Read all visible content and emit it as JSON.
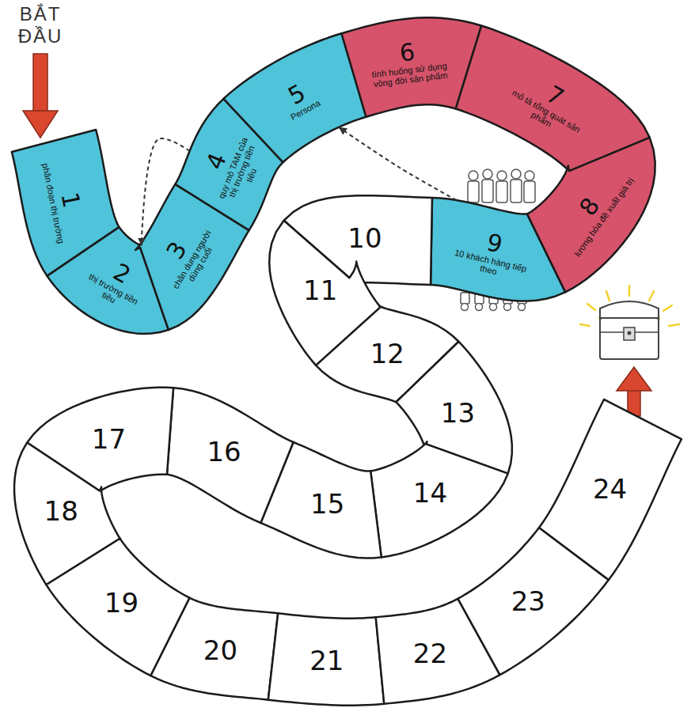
{
  "diagram": {
    "nodes": [
      {
        "text": [
          "1",
          "phân đoạn thị trường"
        ]
      },
      {
        "text": [
          "2",
          "thị trường tiền tiêu"
        ]
      },
      {
        "text": [
          "3",
          "chân dung người dùng cuối"
        ]
      },
      {
        "text": [
          "4",
          "quy mô TAM của thị trường tiền tiêu"
        ]
      },
      {
        "text": [
          "5",
          "Persona"
        ]
      },
      {
        "text": [
          "6",
          "tình huống sử dụng vòng đời sản phẩm"
        ]
      },
      {
        "text": [
          "7",
          "mô tả tổng quát sản phẩm"
        ]
      },
      {
        "text": [
          "8",
          "lượng hóa đề xuất giá trị"
        ]
      },
      {
        "text": [
          "9",
          "10 khách hàng tiếp theo"
        ]
      },
      {
        "text": [
          "10"
        ]
      },
      {
        "text": [
          "11"
        ]
      },
      {
        "text": [
          "12"
        ]
      },
      {
        "text": [
          "13"
        ]
      },
      {
        "text": [
          "14"
        ]
      },
      {
        "text": [
          "15"
        ]
      },
      {
        "text": [
          "16"
        ]
      },
      {
        "text": [
          "17"
        ]
      },
      {
        "text": [
          "18"
        ]
      },
      {
        "text": [
          "19"
        ]
      },
      {
        "text": [
          "20"
        ]
      },
      {
        "text": [
          "21"
        ]
      },
      {
        "text": [
          "22"
        ]
      },
      {
        "text": [
          "23"
        ]
      },
      {
        "text": [
          "24"
        ]
      }
    ],
    "edges": [
      {
        "from": 3,
        "to": 1,
        "arrow": "to"
      },
      {
        "from": 8,
        "to": 4,
        "arrow": "to"
      }
    ],
    "labels": [
      "BẮT ĐẦU"
    ]
  }
}
